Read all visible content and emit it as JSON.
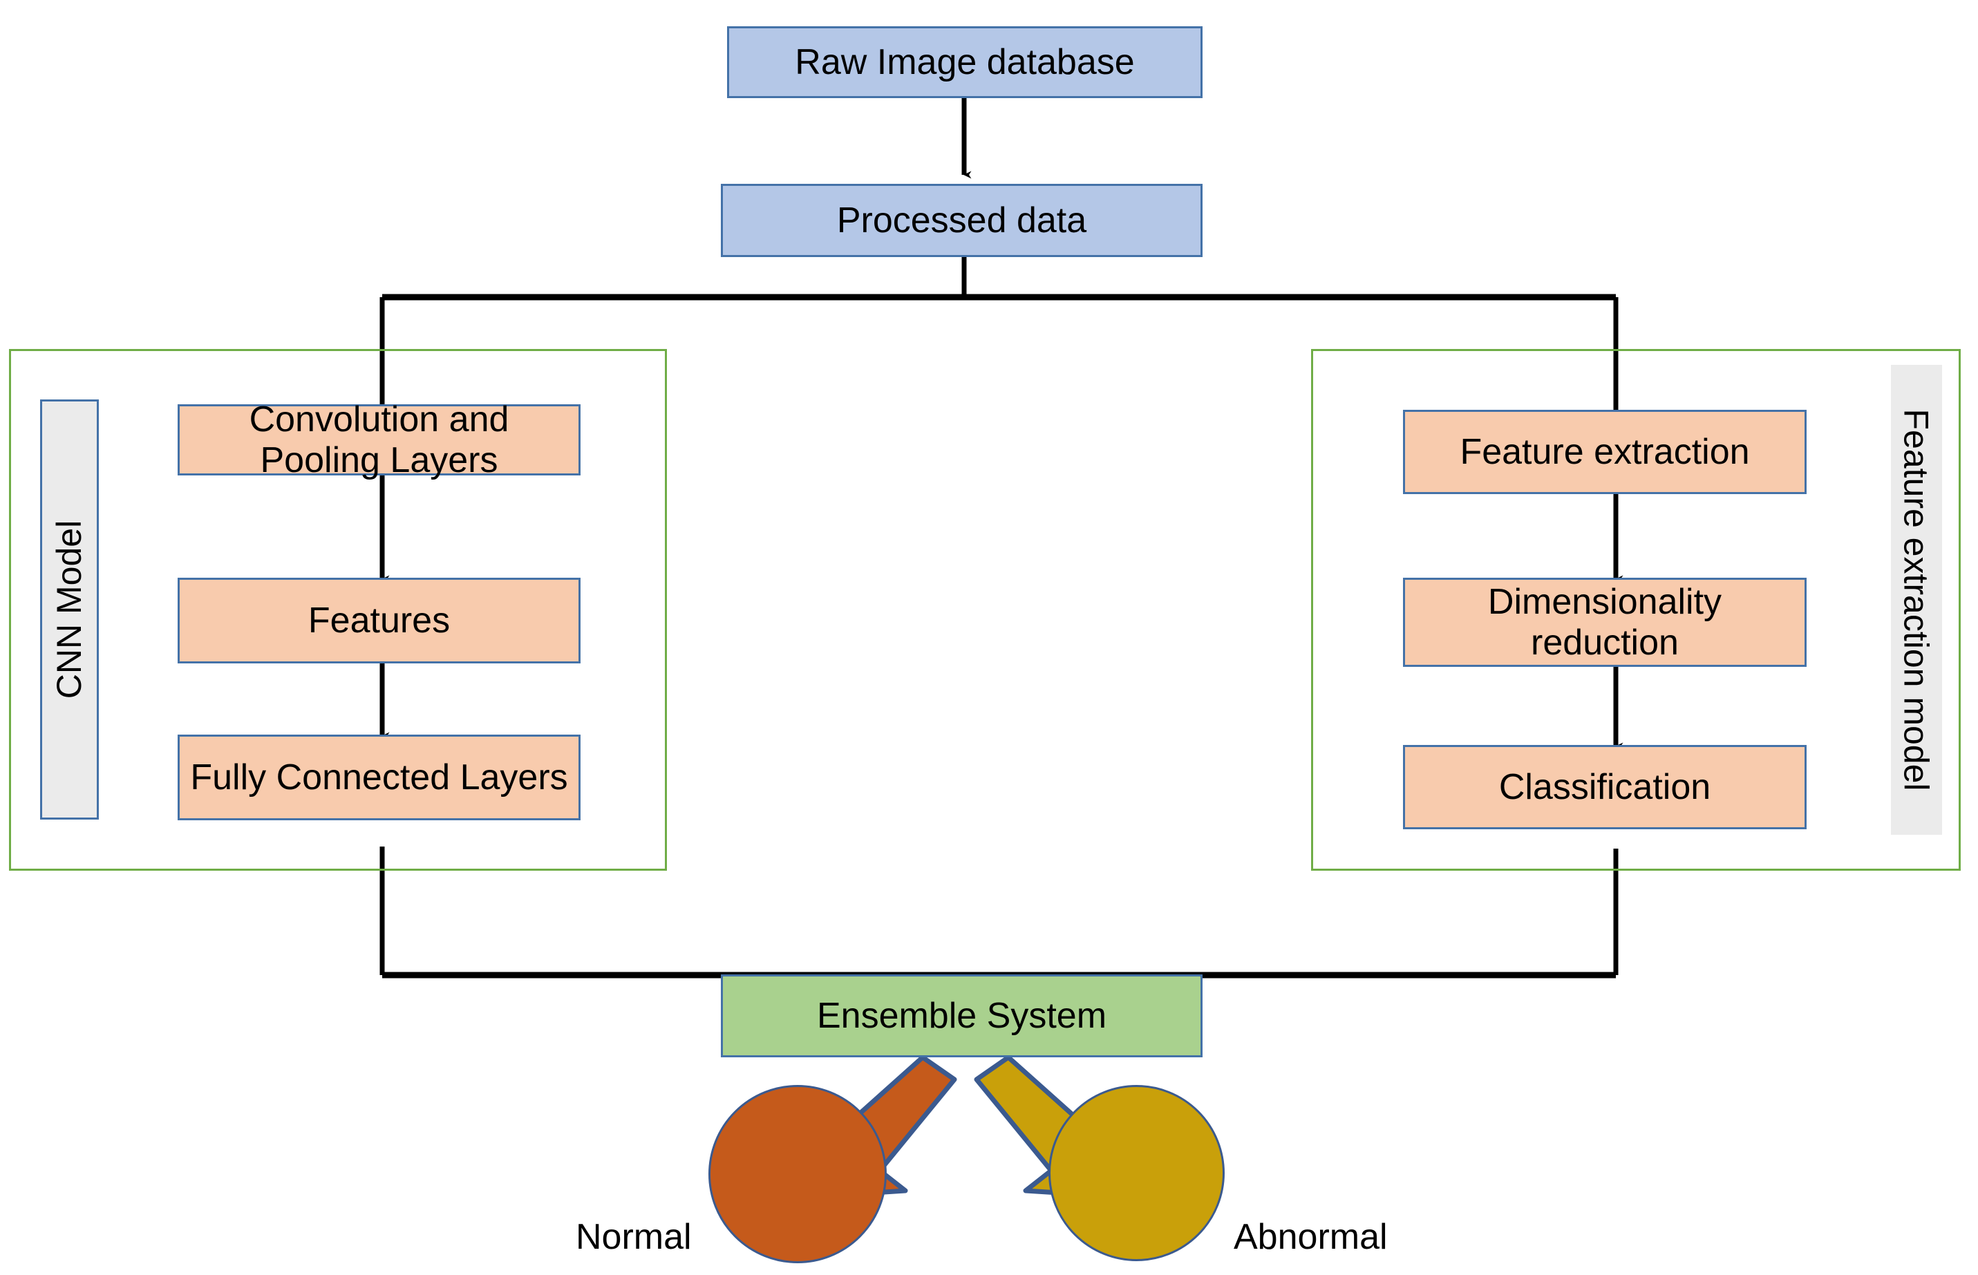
{
  "diagram": {
    "title": "Ensemble system flowchart",
    "colors": {
      "blue_fill": "#b4c7e7",
      "peach_fill": "#f8cbad",
      "green_fill": "#a9d18e",
      "box_border": "#4472a8",
      "group_border": "#70ad47",
      "vertical_label_fill": "#ebebeb",
      "normal_circle": "#c55a1b",
      "abnormal_circle": "#c9a00a",
      "connector": "#000000"
    },
    "nodes": {
      "raw_image_database": "Raw Image database",
      "processed_data": "Processed data",
      "convolution_pooling": "Convolution and\nPooling Layers",
      "features": "Features",
      "fully_connected": "Fully Connected Layers",
      "feature_extraction": "Feature extraction",
      "dimensionality_reduction": "Dimensionality\nreduction",
      "classification": "Classification",
      "ensemble_system": "Ensemble System"
    },
    "groups": {
      "cnn_model": "CNN Model",
      "feature_extraction_model": "Feature extraction model"
    },
    "outcomes": {
      "normal": "Normal",
      "abnormal": "Abnormal"
    }
  }
}
